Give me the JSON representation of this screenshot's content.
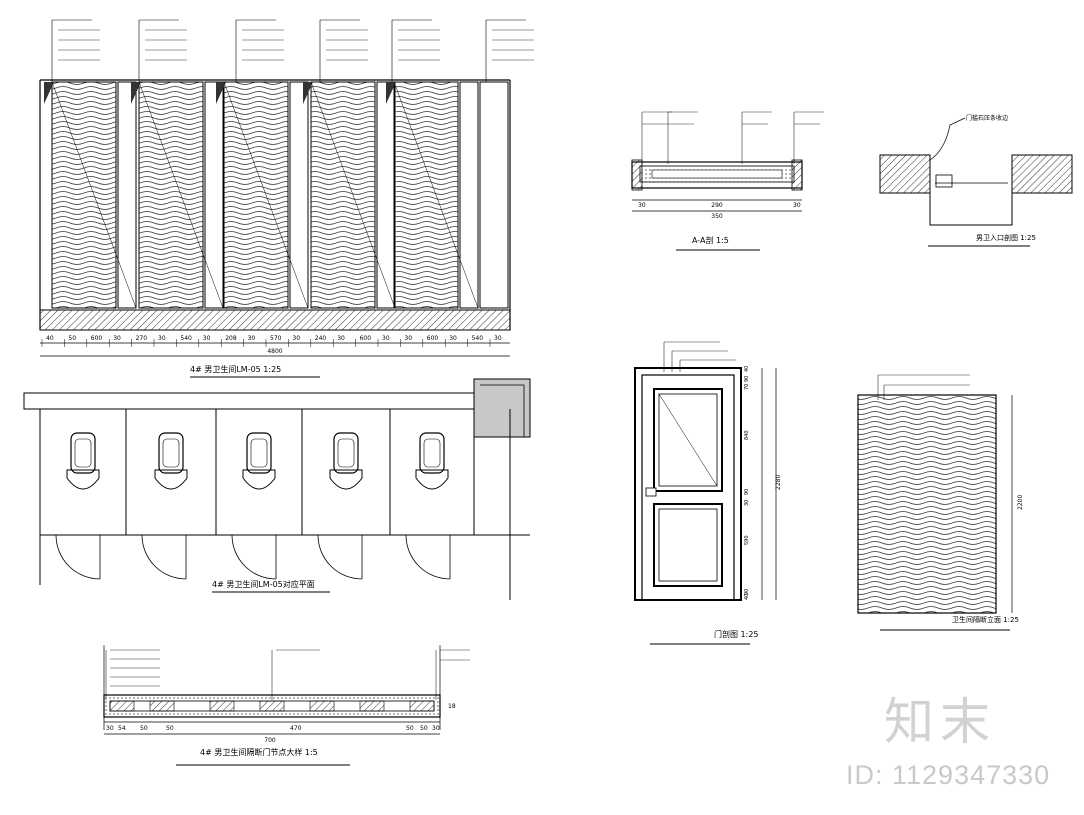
{
  "titles": {
    "elevation": "4# 男卫生间LM-05  1:25",
    "plan": "4# 男卫生间LM-05对应平面",
    "section_aa": "A-A剖  1:5",
    "entry_detail": "男卫入口剖图  1:25",
    "door_elevation": "门剖图  1:25",
    "partition_door_detail": "4# 男卫生间隔断门节点大样  1:5",
    "partition_elevation": "卫生间隔断立面  1:25"
  },
  "elevation_dims": [
    "40",
    "50",
    "600",
    "30",
    "270",
    "30",
    "540",
    "30",
    "208",
    "30",
    "570",
    "30",
    "240",
    "30",
    "600",
    "30",
    "30",
    "600",
    "30",
    "540",
    "30"
  ],
  "elevation_total": "4800",
  "section_aa_dims": [
    "30",
    "290",
    "30"
  ],
  "section_aa_total": "350",
  "partition_detail_dims": [
    "30",
    "54",
    "50",
    "50",
    "470",
    "50",
    "50",
    "30"
  ],
  "partition_detail_total": "700",
  "door_dims_vertical": [
    "40",
    "90",
    "70",
    "840",
    "90",
    "30",
    "590",
    "90",
    "40"
  ],
  "door_height": "2280",
  "partition_height": "2200",
  "watermark_id": "ID: 1129347330",
  "watermark_logo": "知末"
}
